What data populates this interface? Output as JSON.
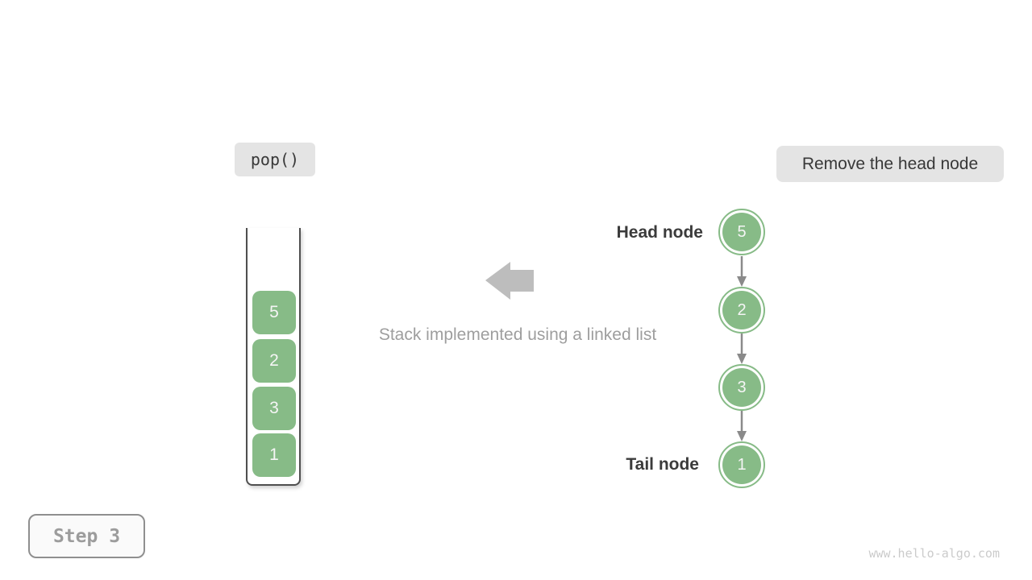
{
  "operation_label": {
    "text": "pop()"
  },
  "annotation_label": {
    "text": "Remove the head node"
  },
  "caption": "Stack implemented using a linked list",
  "stack": {
    "items": [
      "5",
      "2",
      "3",
      "1"
    ]
  },
  "linked_list": {
    "head_label": "Head node",
    "tail_label": "Tail node",
    "nodes": [
      "5",
      "2",
      "3",
      "1"
    ]
  },
  "step_badge": "Step 3",
  "watermark": "www.hello-algo.com",
  "icons": {
    "block_arrow": "left-block-arrow",
    "link_arrow": "down-arrow"
  },
  "colors": {
    "node_green": "#87bb87",
    "label_bg": "#e4e4e4",
    "dark_text": "#3b3b3b",
    "muted_text": "#9e9e9e",
    "block_arrow_gray": "#bdbdbd",
    "link_arrow_gray": "#8a8a8a",
    "container_border": "#4f4f4f",
    "watermark_text": "#cbcbcb"
  }
}
